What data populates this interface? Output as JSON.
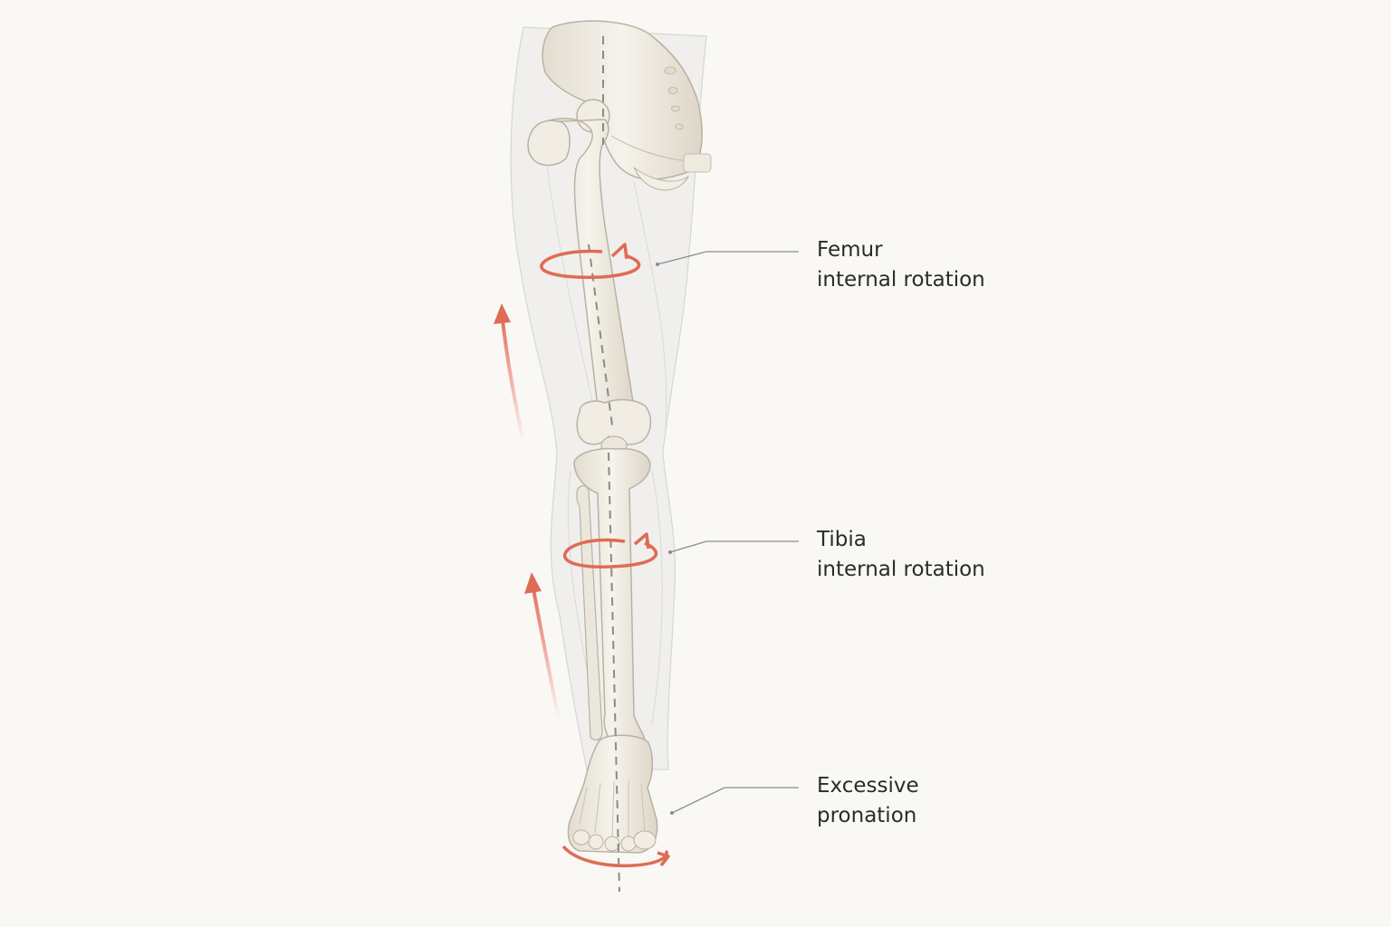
{
  "labels": {
    "femur": {
      "line1": "Femur",
      "line2": "internal rotation"
    },
    "tibia": {
      "line1": "Tibia",
      "line2": "internal rotation"
    },
    "foot": {
      "line1": "Excessive",
      "line2": "pronation"
    }
  },
  "colors": {
    "background": "#faf8f5",
    "bone": "#efebe1",
    "bone_outline": "#b9b2a3",
    "soft_tissue": "#e4e4e4",
    "rotation_arrow": "#e06b55",
    "axis_line": "#8a8a8a",
    "leader_line": "#8c8c8c",
    "text": "#2b2b2b"
  },
  "icons": {
    "rotation": "circular-rotation-arrow-icon",
    "upward": "curved-up-arrow-icon"
  }
}
